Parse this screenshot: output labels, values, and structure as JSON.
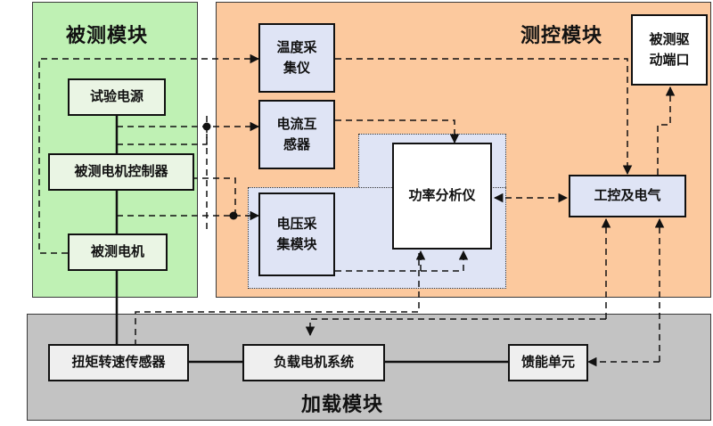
{
  "regions": {
    "dut": "被测模块",
    "control": "测控模块",
    "load": "加载模块"
  },
  "blocks": {
    "test_power": "试验电源",
    "motor_controller": "被测电机控制器",
    "motor": "被测电机",
    "temp_collector": "温度采集仪",
    "current_transformer": "电流互感器",
    "voltage_module": "电压采集模块",
    "power_analyzer": "功率分析仪",
    "ipc_electrical": "工控及电气",
    "drive_port": "被测驱动端口",
    "torque_sensor": "扭矩转速传感器",
    "load_motor": "负载电机系统",
    "storage_unit": "馈能单元"
  },
  "colors": {
    "dut_bg": "#bff1b4",
    "control_bg": "#fcc99e",
    "load_bg": "#c3c3c3",
    "panel_bg": "#dfe4f5",
    "line": "#111111"
  }
}
